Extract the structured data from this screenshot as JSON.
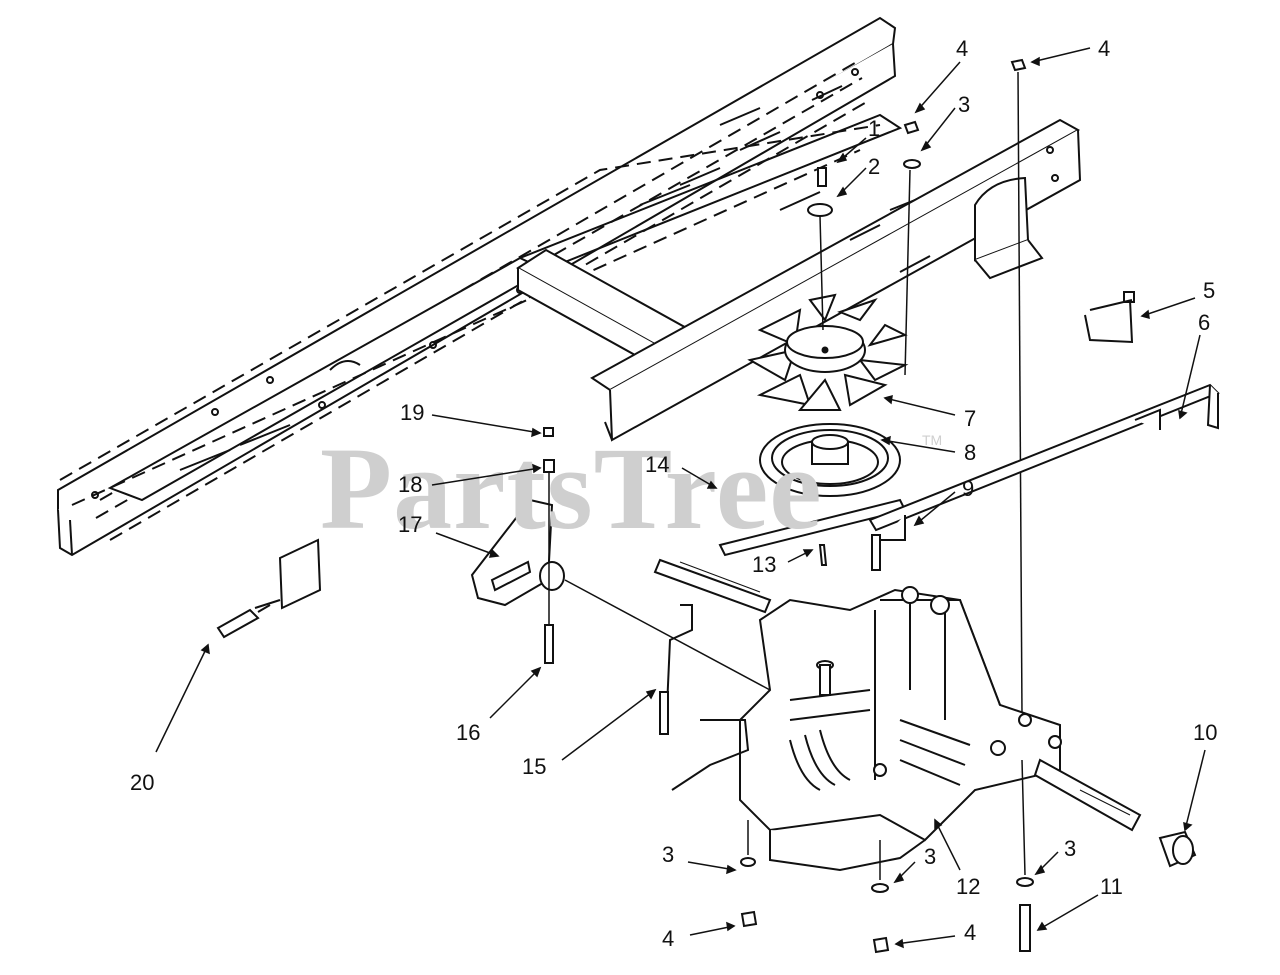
{
  "diagram": {
    "watermark": "PartsTree",
    "watermark_mark": "TM",
    "ink_color": "#111111",
    "watermark_color": "#cfcfcf"
  },
  "callouts": [
    {
      "id": "c1",
      "label": "1"
    },
    {
      "id": "c2",
      "label": "2"
    },
    {
      "id": "c3a",
      "label": "3"
    },
    {
      "id": "c4a",
      "label": "4"
    },
    {
      "id": "c4b",
      "label": "4"
    },
    {
      "id": "c5",
      "label": "5"
    },
    {
      "id": "c6",
      "label": "6"
    },
    {
      "id": "c7",
      "label": "7"
    },
    {
      "id": "c8",
      "label": "8"
    },
    {
      "id": "c9",
      "label": "9"
    },
    {
      "id": "c10",
      "label": "10"
    },
    {
      "id": "c11",
      "label": "11"
    },
    {
      "id": "c12",
      "label": "12"
    },
    {
      "id": "c13",
      "label": "13"
    },
    {
      "id": "c14",
      "label": "14"
    },
    {
      "id": "c15",
      "label": "15"
    },
    {
      "id": "c16",
      "label": "16"
    },
    {
      "id": "c17",
      "label": "17"
    },
    {
      "id": "c18",
      "label": "18"
    },
    {
      "id": "c19",
      "label": "19"
    },
    {
      "id": "c20",
      "label": "20"
    },
    {
      "id": "c3b",
      "label": "3"
    },
    {
      "id": "c3c",
      "label": "3"
    },
    {
      "id": "c3d",
      "label": "3"
    },
    {
      "id": "c4c",
      "label": "4"
    },
    {
      "id": "c4d",
      "label": "4"
    }
  ]
}
